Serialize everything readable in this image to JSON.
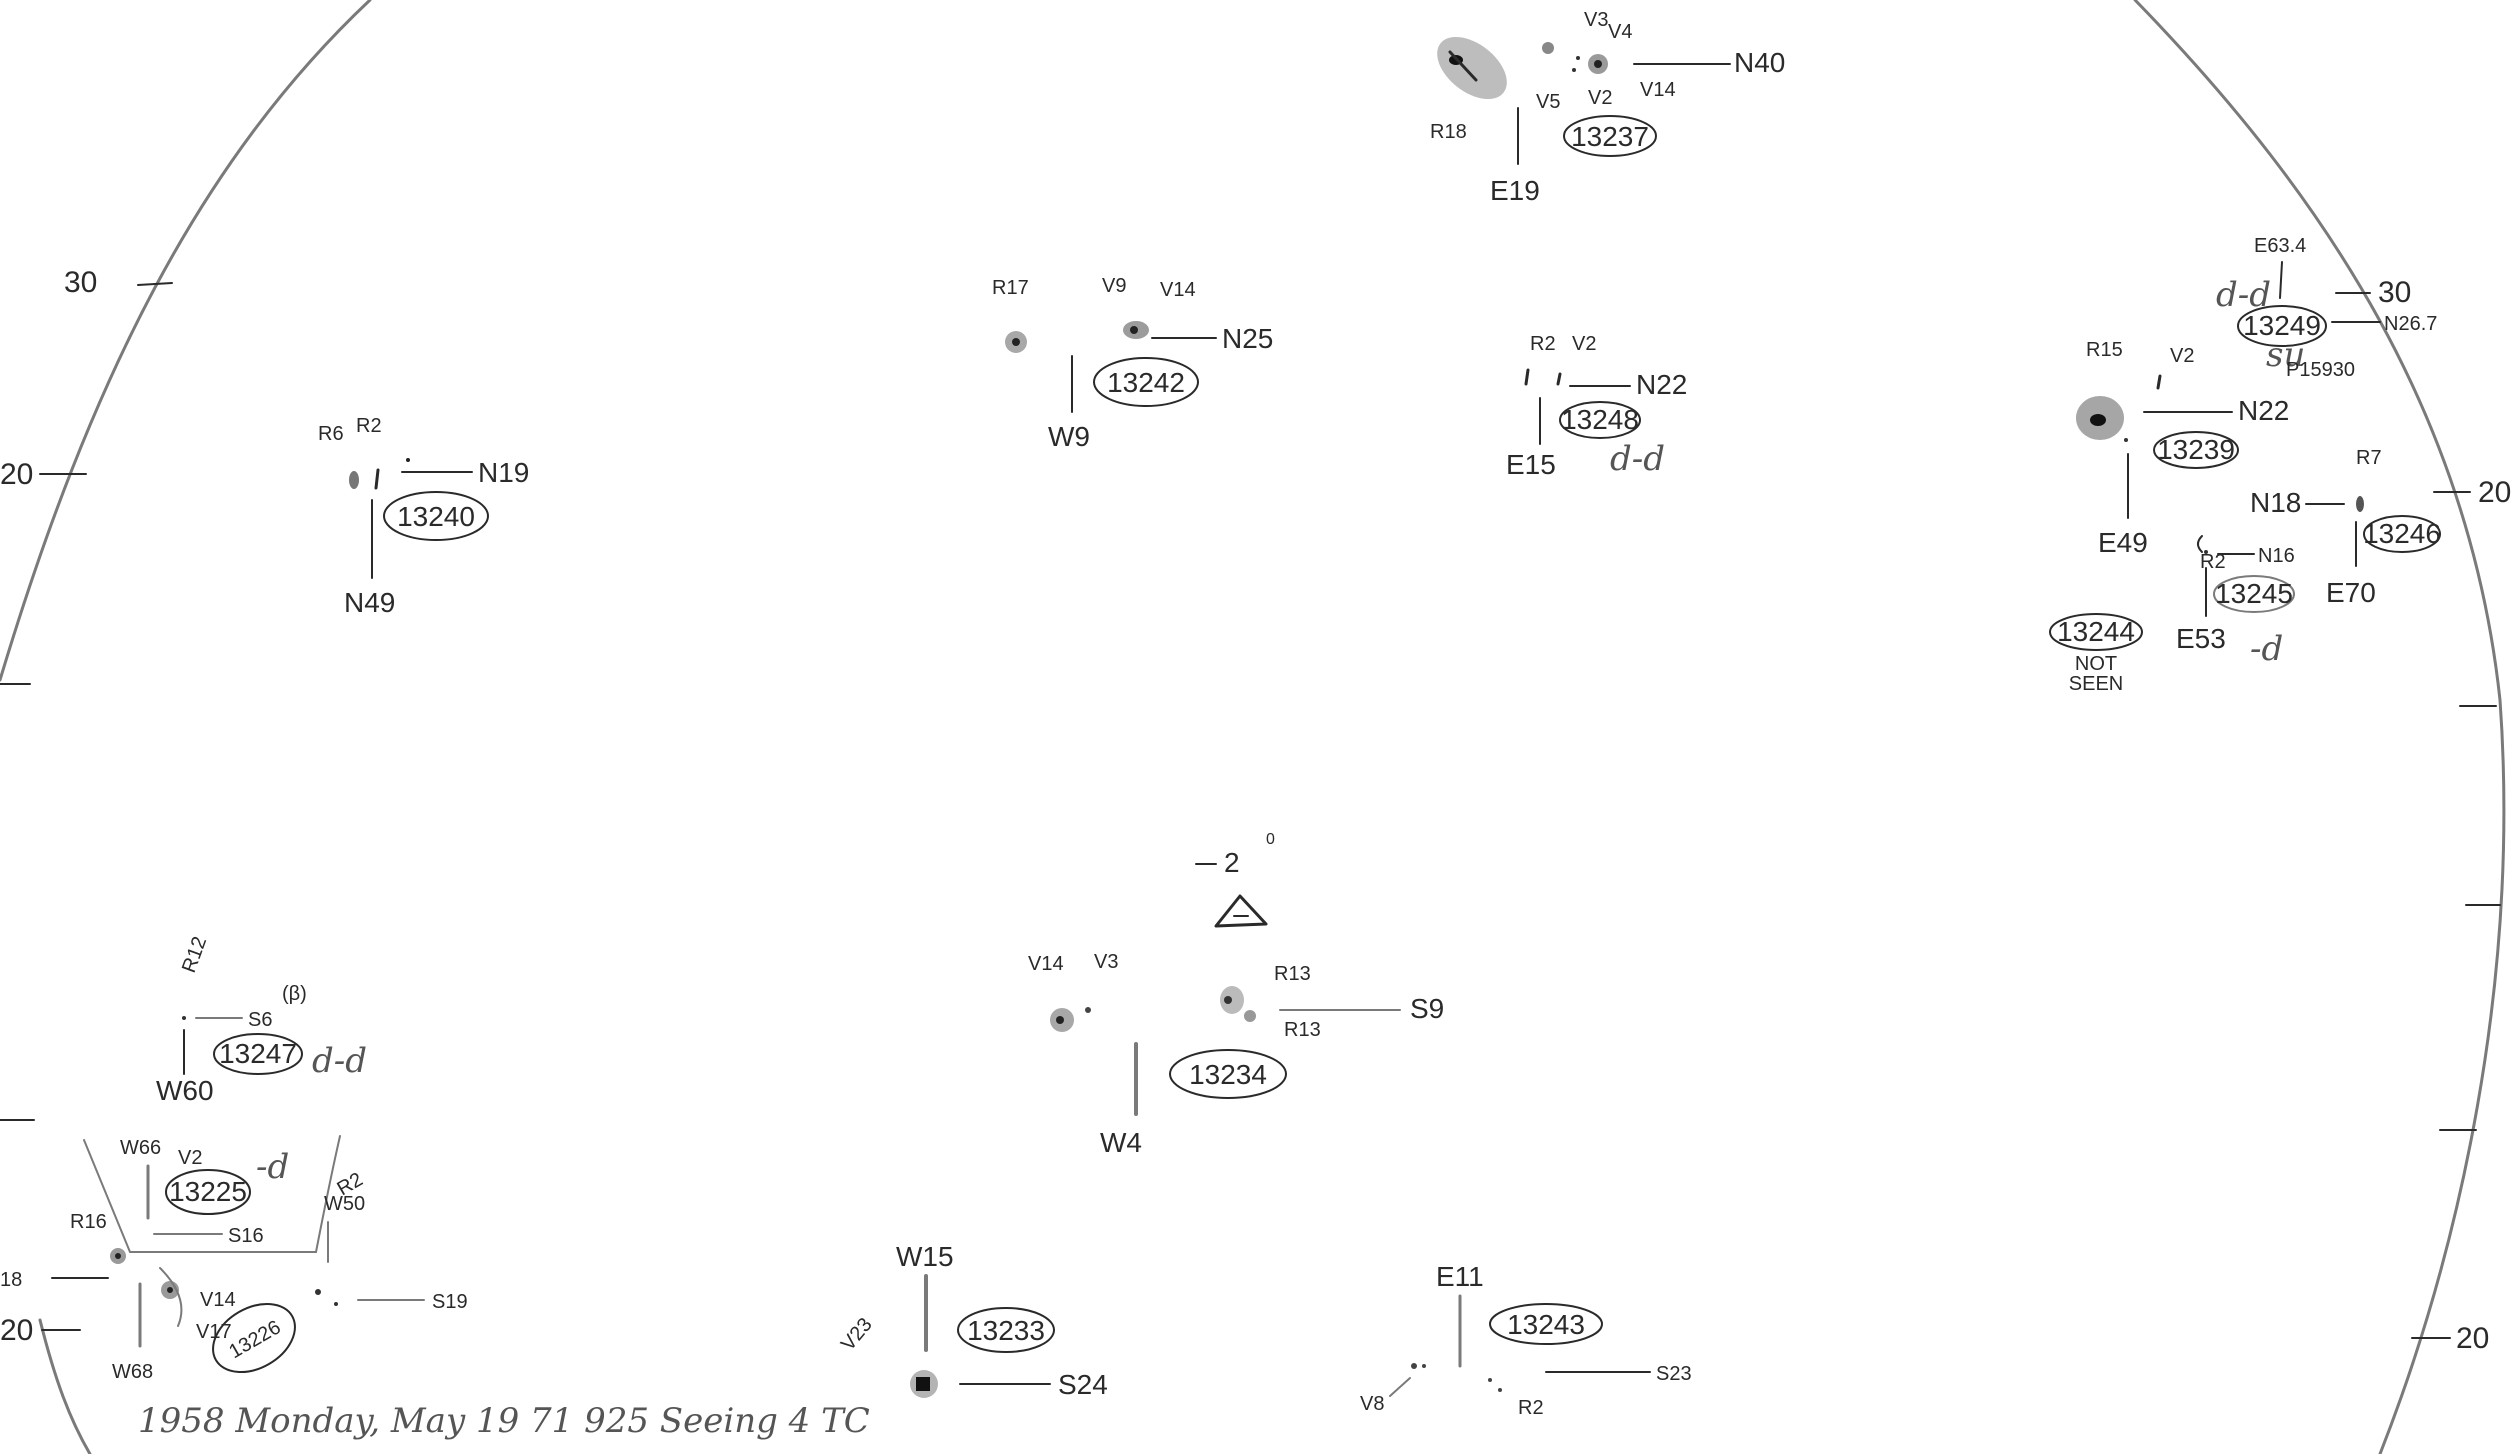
{
  "limb_ticks": {
    "t30": "30",
    "t20a": "20",
    "t20b": "20",
    "t30r": "30",
    "t20r": "20",
    "t20br": "20"
  },
  "groups": [
    {
      "id": "g13237",
      "region": "13237",
      "labels": {
        "lat": "N40",
        "lon": "E19",
        "r": "R18",
        "v3": "V3",
        "v4": "V4",
        "v5": "V5",
        "v2": "V2",
        "v14": "V14"
      }
    },
    {
      "id": "g13242",
      "region": "13242",
      "labels": {
        "lat": "N25",
        "lon": "W9",
        "r": "R17",
        "v9": "V9",
        "v14": "V14"
      }
    },
    {
      "id": "g13248",
      "region": "13248",
      "labels": {
        "lat": "N22",
        "lon": "E15",
        "r": "R2",
        "v2": "V2",
        "class": "d-d"
      }
    },
    {
      "id": "g13240",
      "region": "13240",
      "labels": {
        "lat": "N19",
        "lon": "N49",
        "r6": "R6",
        "r2": "R2"
      }
    },
    {
      "id": "g13249",
      "region": "13249",
      "labels": {
        "lat": "N26.7",
        "lon": "E63.4",
        "class": "d-d",
        "note": "su",
        "plate": "P15930"
      }
    },
    {
      "id": "g13239",
      "region": "13239",
      "labels": {
        "lat": "N22",
        "lon": "E49",
        "r": "R15",
        "v": "V2"
      }
    },
    {
      "id": "g13246",
      "region": "13246",
      "labels": {
        "lat": "N18",
        "lon": "E70",
        "r": "R7"
      }
    },
    {
      "id": "g13245",
      "region": "13245",
      "labels": {
        "lat": "N16",
        "lon": "E53",
        "r": "R2",
        "class": "-d"
      }
    },
    {
      "id": "g13244",
      "region": "13244",
      "labels": {
        "note1": "NOT",
        "note2": "SEEN"
      }
    },
    {
      "id": "g13234",
      "region": "13234",
      "labels": {
        "lat": "S9",
        "lon": "W4",
        "r13a": "R13",
        "r13b": "R13",
        "v14": "V14",
        "v3": "V3"
      }
    },
    {
      "id": "g13247",
      "region": "13247",
      "labels": {
        "lat": "S6",
        "lon": "W60",
        "r": "R12",
        "beta": "(β)",
        "class": "d-d"
      }
    },
    {
      "id": "g13225",
      "region": "13225",
      "labels": {
        "lat": "S16",
        "lon": "W66",
        "v": "V2",
        "class": "-d",
        "r": "R16"
      }
    },
    {
      "id": "g13226",
      "region": "13226",
      "labels": {
        "lon": "W68",
        "v14": "V14",
        "v17": "V17",
        "lat18": "18",
        "lat20": "20"
      }
    },
    {
      "id": "gS19",
      "region": "",
      "labels": {
        "lat": "S19",
        "lon": "W50",
        "r": "R2"
      }
    },
    {
      "id": "g13233",
      "region": "13233",
      "labels": {
        "lat": "S24",
        "lon": "W15",
        "v": "V23"
      }
    },
    {
      "id": "g13243",
      "region": "13243",
      "labels": {
        "lat": "S23",
        "lon": "E11",
        "v": "V8",
        "r": "R2"
      }
    }
  ],
  "orientation": {
    "label": "2",
    "sup": "0"
  },
  "footer": "1958 Monday, May 19 71 925 Seeing 4 TC"
}
